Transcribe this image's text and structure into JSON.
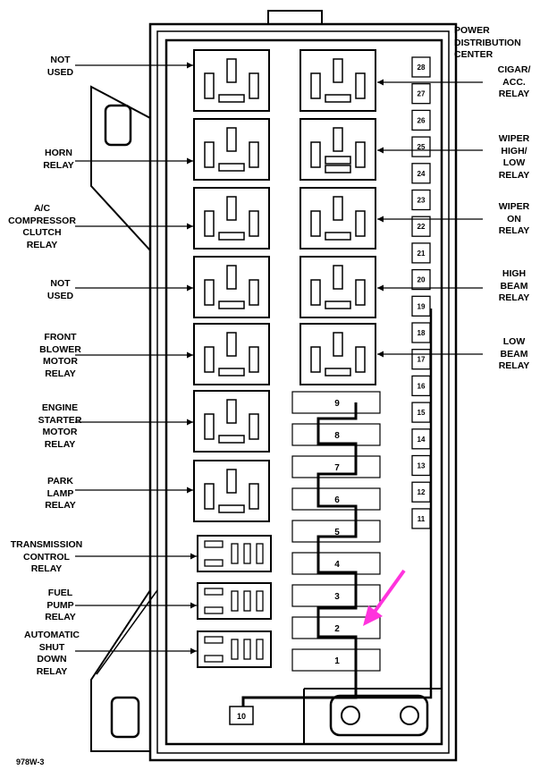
{
  "title": "POWER\nDISTRIBUTION\nCENTER",
  "figure_code": "978W-3",
  "left_labels": [
    {
      "id": "not-used-1",
      "text": "NOT\nUSED"
    },
    {
      "id": "horn-relay",
      "text": "HORN\nRELAY"
    },
    {
      "id": "ac-compressor-clutch-relay",
      "text": "A/C\nCOMPRESSOR\nCLUTCH\nRELAY"
    },
    {
      "id": "not-used-2",
      "text": "NOT\nUSED"
    },
    {
      "id": "front-blower-motor-relay",
      "text": "FRONT\nBLOWER\nMOTOR\nRELAY"
    },
    {
      "id": "engine-starter-motor-relay",
      "text": "ENGINE\nSTARTER\nMOTOR\nRELAY"
    },
    {
      "id": "park-lamp-relay",
      "text": "PARK\nLAMP\nRELAY"
    },
    {
      "id": "transmission-control-relay",
      "text": "TRANSMISSION\nCONTROL\nRELAY"
    },
    {
      "id": "fuel-pump-relay",
      "text": "FUEL\nPUMP\nRELAY"
    },
    {
      "id": "automatic-shut-down-relay",
      "text": "AUTOMATIC\nSHUT\nDOWN\nRELAY"
    }
  ],
  "right_labels": [
    {
      "id": "cigar-acc-relay",
      "text": "CIGAR/\nACC.\nRELAY"
    },
    {
      "id": "wiper-high-low-relay",
      "text": "WIPER\nHIGH/\nLOW\nRELAY"
    },
    {
      "id": "wiper-on-relay",
      "text": "WIPER\nON\nRELAY"
    },
    {
      "id": "high-beam-relay",
      "text": "HIGH\nBEAM\nRELAY"
    },
    {
      "id": "low-beam-relay",
      "text": "LOW\nBEAM\nRELAY"
    }
  ],
  "large_fuses": [
    "9",
    "8",
    "7",
    "6",
    "5",
    "4",
    "3",
    "2",
    "1"
  ],
  "mini_fuses": [
    "28",
    "27",
    "26",
    "25",
    "24",
    "23",
    "22",
    "21",
    "20",
    "19",
    "18",
    "17",
    "16",
    "15",
    "14",
    "13",
    "12",
    "11"
  ],
  "bottom_fuse": "10",
  "colors": {
    "line": "#000000",
    "highlight_arrow": "#ff33dd",
    "background": "#ffffff"
  },
  "highlight": {
    "target_fuse": "2"
  }
}
